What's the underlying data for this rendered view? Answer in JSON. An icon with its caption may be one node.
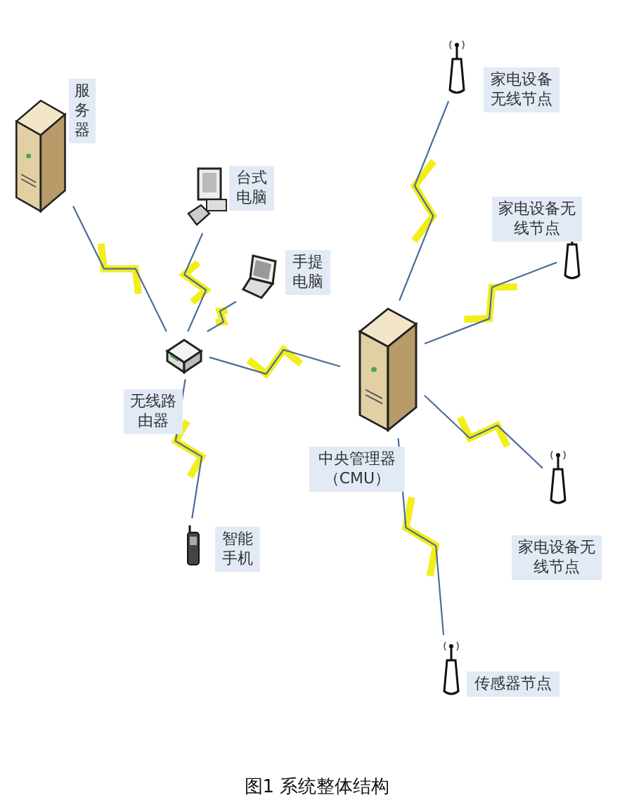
{
  "diagram": {
    "caption": "图1 系统整体结构",
    "nodes": [
      {
        "text": [],
        "shape": "server",
        "beside": [
          "服务器"
        ]
      },
      {
        "text": [],
        "shape": "computer",
        "beside": [
          "台式电脑"
        ]
      },
      {
        "text": [],
        "shape": "laptop",
        "beside": [
          "手提电脑"
        ]
      },
      {
        "text": [],
        "shape": "router",
        "beside": [
          "无线路由器"
        ]
      },
      {
        "text": [],
        "shape": "phone",
        "beside": [
          "智能手机"
        ]
      },
      {
        "text": [],
        "shape": "server",
        "beside": [
          "中央管理器（CMU）"
        ]
      },
      {
        "text": [],
        "shape": "antenna",
        "beside": [
          "家电设备无线节点"
        ]
      },
      {
        "text": [],
        "shape": "antenna",
        "beside": [
          "家电设备无线节点"
        ]
      },
      {
        "text": [],
        "shape": "antenna",
        "beside": [
          "家电设备无线节点"
        ]
      },
      {
        "text": [],
        "shape": "antenna",
        "beside": [
          "传感器节点"
        ]
      }
    ],
    "edges": [
      {
        "from": 0,
        "to": 3,
        "arrow": "none"
      },
      {
        "from": 1,
        "to": 3,
        "arrow": "none"
      },
      {
        "from": 2,
        "to": 3,
        "arrow": "none"
      },
      {
        "from": 3,
        "to": 5,
        "arrow": "none"
      },
      {
        "from": 3,
        "to": 4,
        "arrow": "none"
      },
      {
        "from": 5,
        "to": 6,
        "arrow": "none"
      },
      {
        "from": 5,
        "to": 7,
        "arrow": "none"
      },
      {
        "from": 5,
        "to": 8,
        "arrow": "none"
      },
      {
        "from": 5,
        "to": 9,
        "arrow": "none"
      }
    ]
  }
}
